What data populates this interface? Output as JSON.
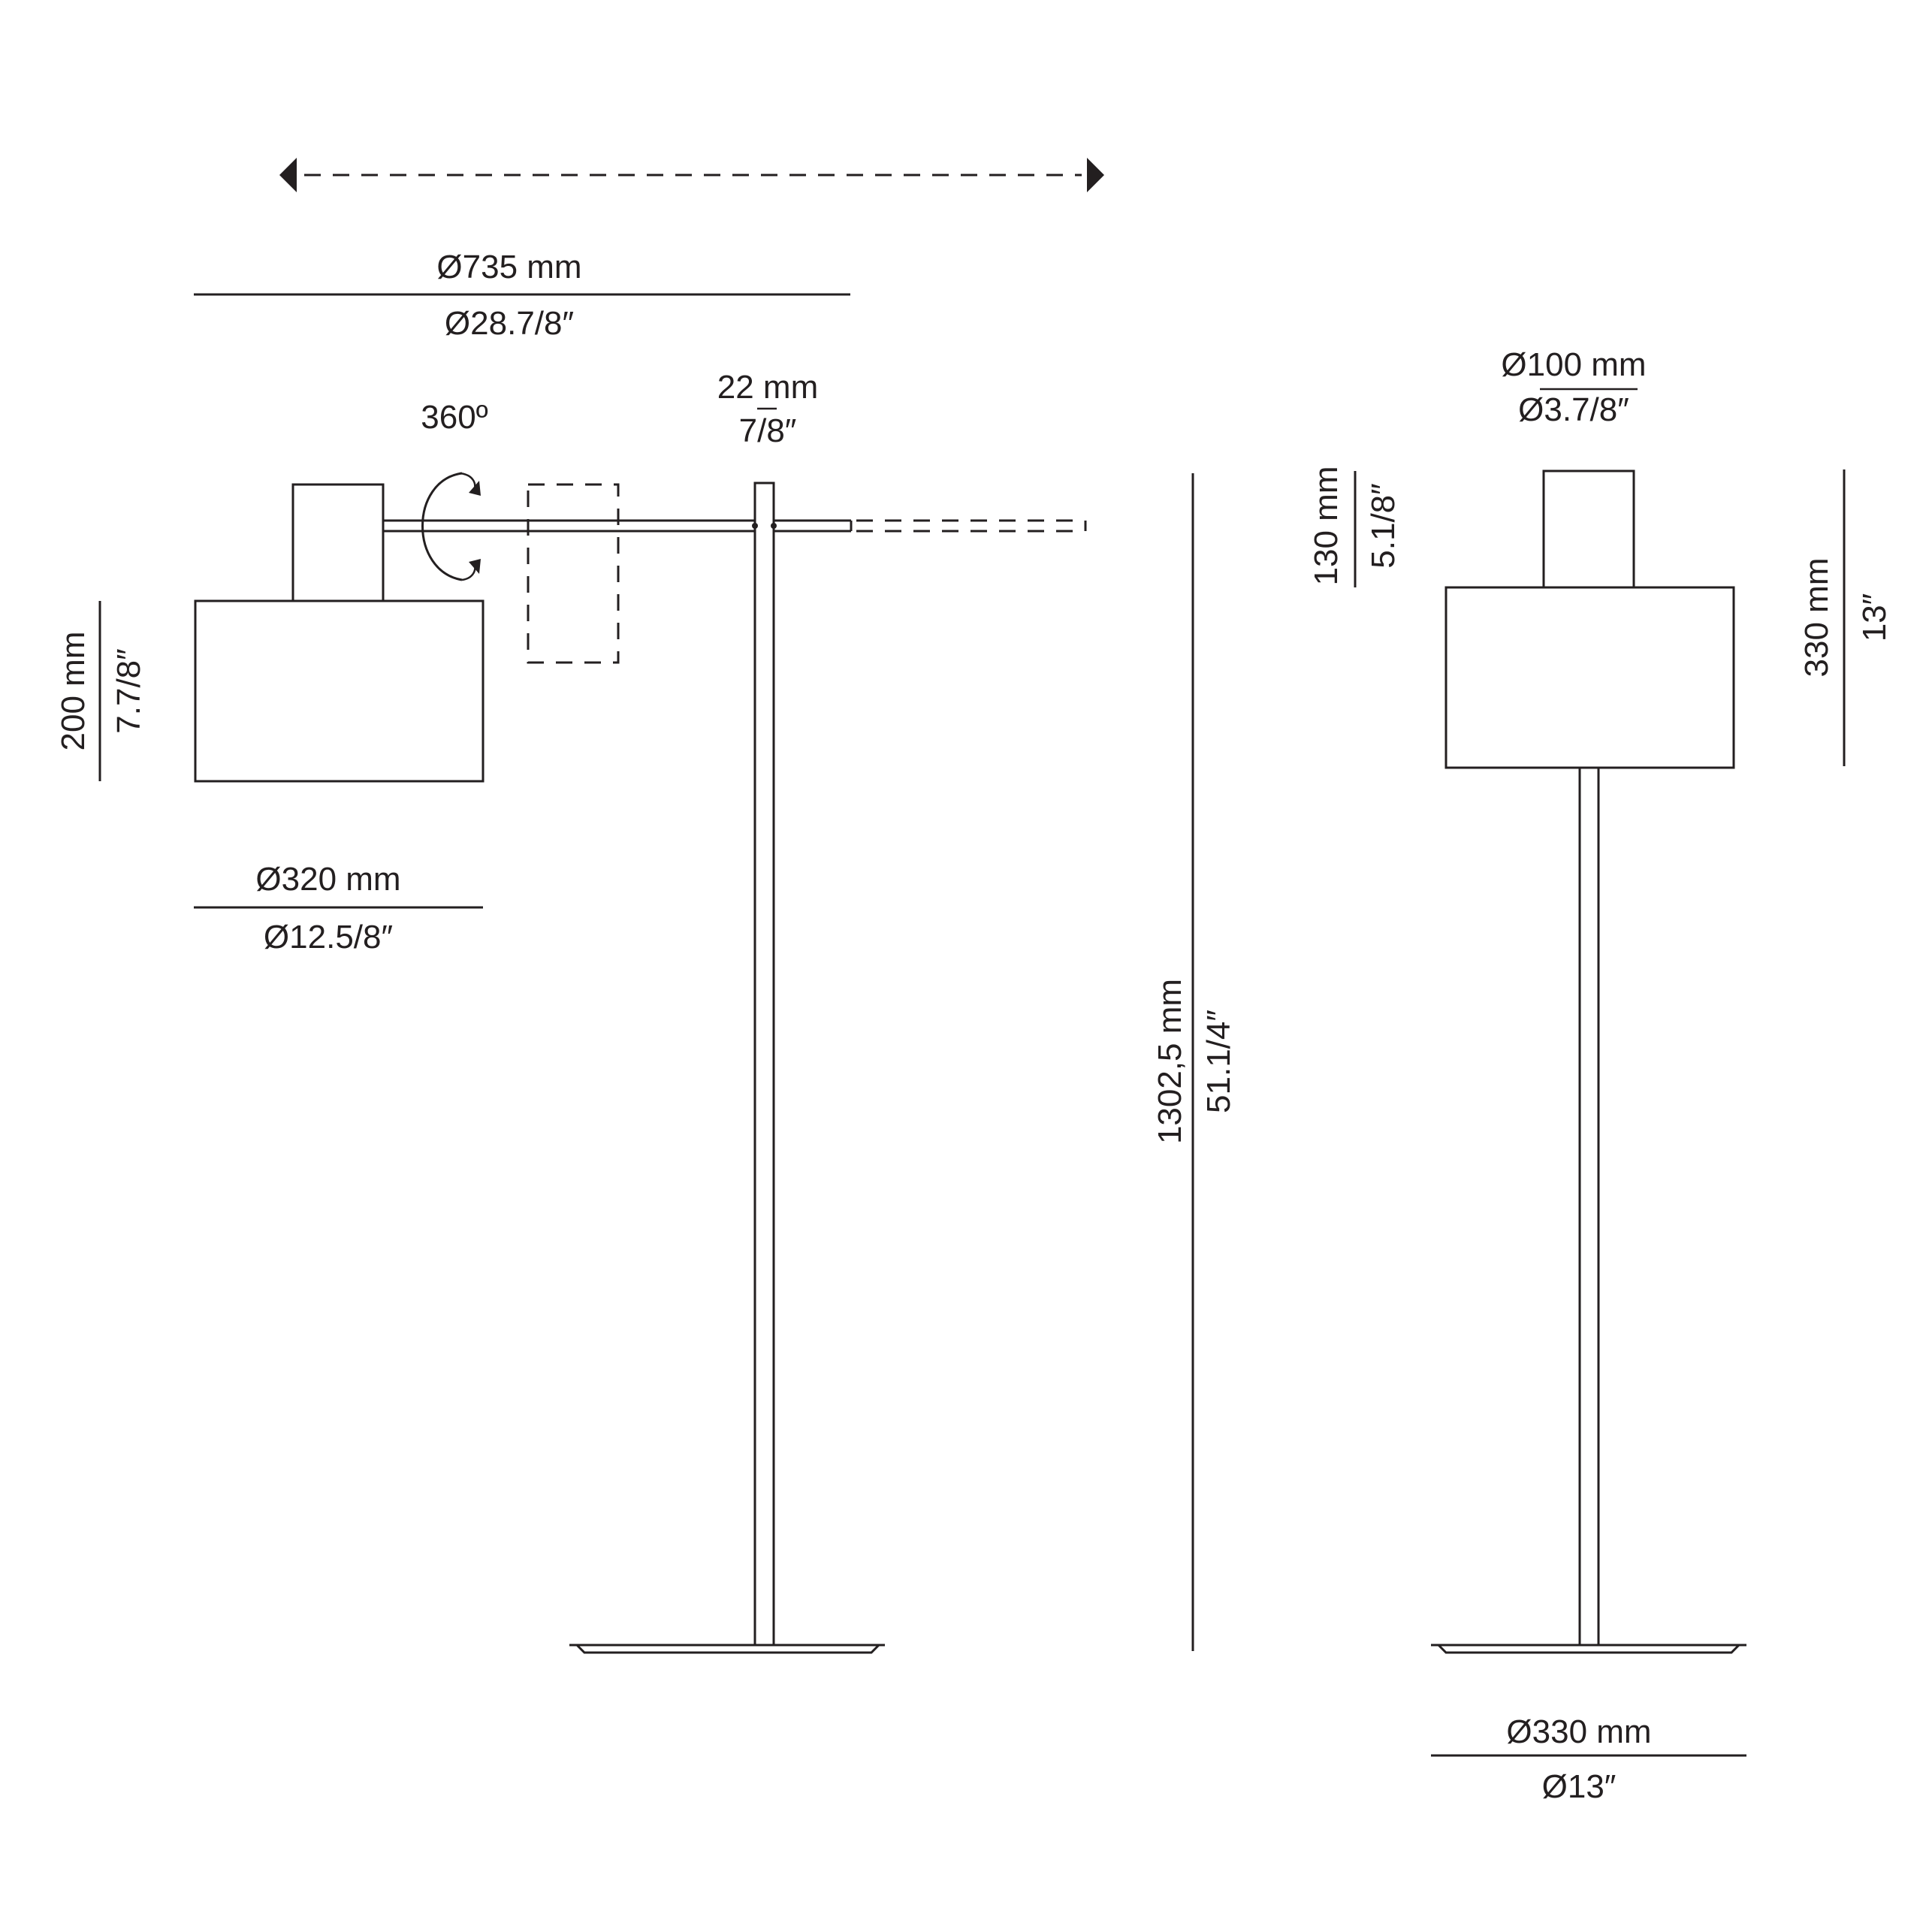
{
  "side_view": {
    "reach_diameter_mm": "Ø735 mm",
    "reach_diameter_in": "Ø28.7/8″",
    "rotation": "360º",
    "arm_mm": "22 mm",
    "arm_in": "7/8″",
    "shade_height_mm": "200 mm",
    "shade_height_in": "7.7/8″",
    "shade_diameter_mm": "Ø320 mm",
    "shade_diameter_in": "Ø12.5/8″",
    "total_height_mm": "1302,5 mm",
    "total_height_in": "51.1/4″"
  },
  "front_view": {
    "top_diameter_mm": "Ø100 mm",
    "top_diameter_in": "Ø3.7/8″",
    "top_height_mm": "130 mm",
    "top_height_in": "5.1/8″",
    "head_height_mm": "330 mm",
    "head_height_in": "13″",
    "base_diameter_mm": "Ø330 mm",
    "base_diameter_in": "Ø13″"
  },
  "icons": [
    "double-arrow-icon",
    "rotation-arrow-icon"
  ],
  "colors": {
    "line": "#231f20",
    "background": "#ffffff"
  }
}
